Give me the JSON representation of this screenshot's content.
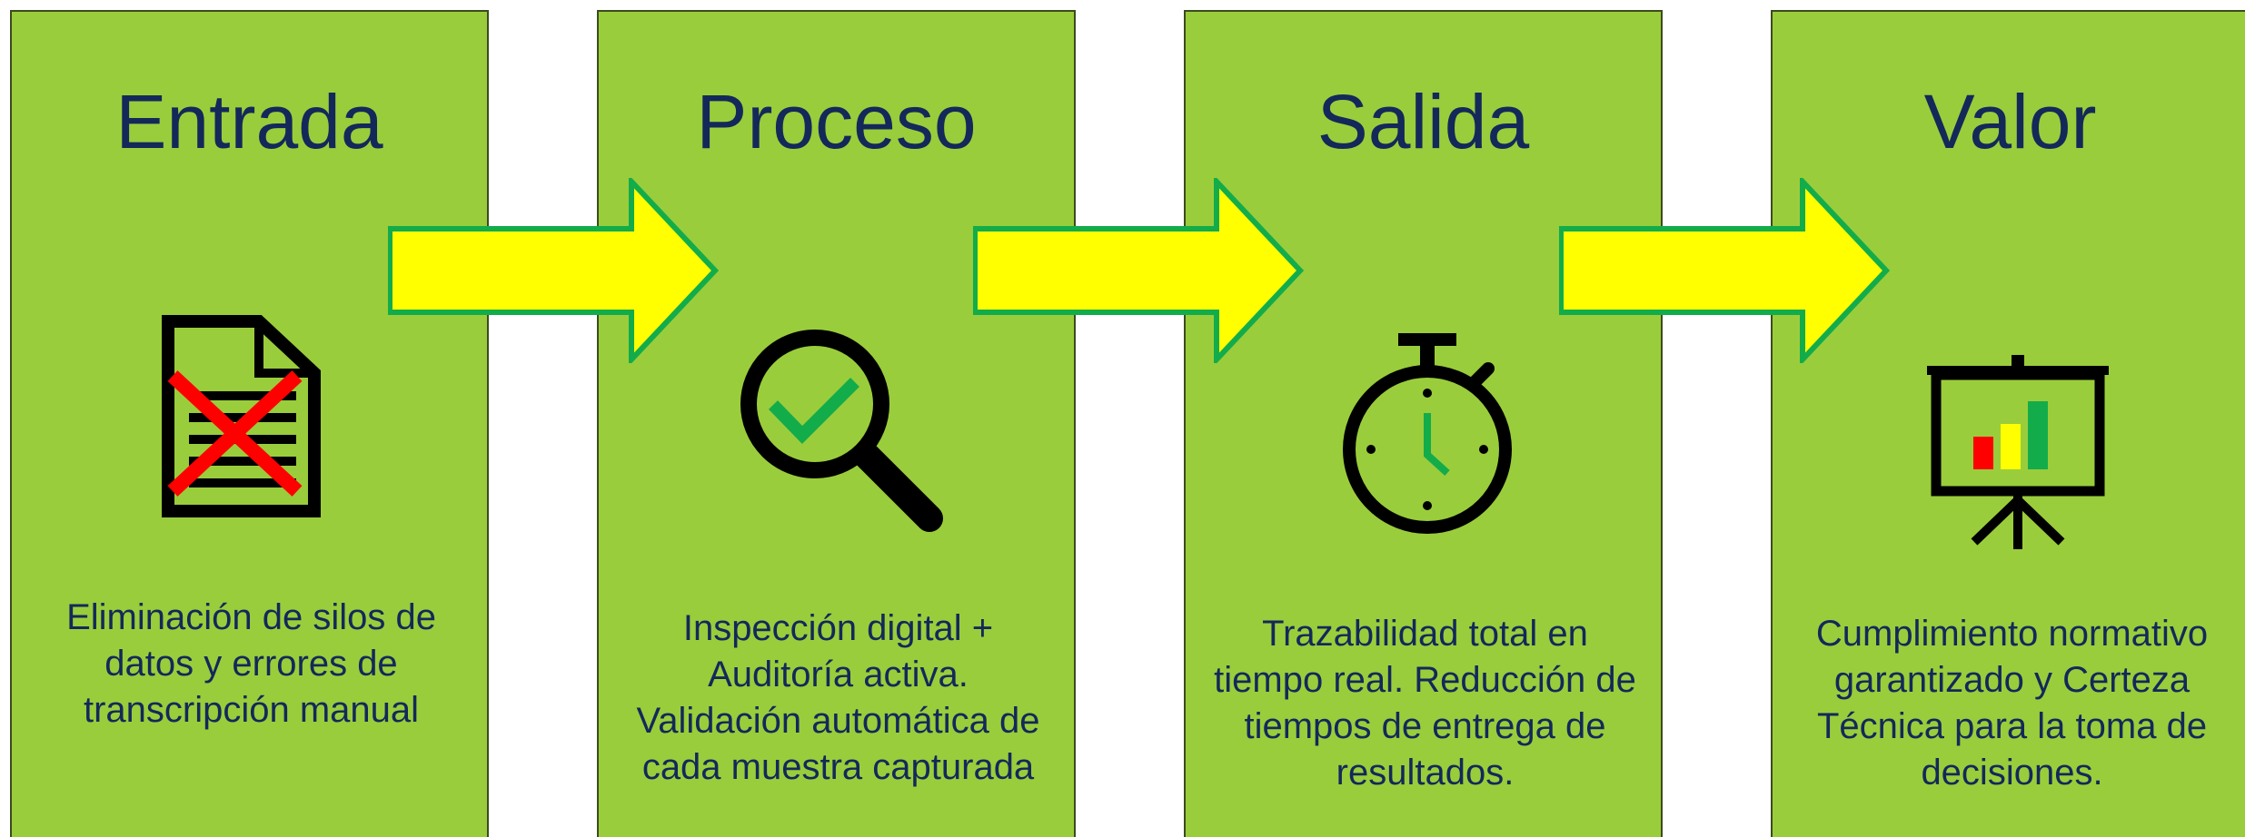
{
  "steps": [
    {
      "title": "Entrada",
      "description": "Eliminación de silos de datos y errores de transcripción manual",
      "icon": "document-x-icon"
    },
    {
      "title": "Proceso",
      "description": "Inspección digital + Auditoría activa. Validación automática de cada muestra capturada",
      "icon": "magnifier-check-icon"
    },
    {
      "title": "Salida",
      "description": "Trazabilidad total en tiempo real. Reducción de tiempos de entrega de resultados.",
      "icon": "stopwatch-icon"
    },
    {
      "title": "Valor",
      "description": "Cumplimiento normativo garantizado y Certeza Técnica para la toma de decisiones.",
      "icon": "presentation-chart-icon"
    }
  ],
  "colors": {
    "panel": "#9acd3b",
    "title_text": "#14285a",
    "arrow_fill": "#ffff00",
    "arrow_stroke": "#13ac4b",
    "cross": "#ff0000",
    "check": "#13ac4b",
    "bar_red": "#ff0000",
    "bar_yellow": "#ffff00",
    "bar_green": "#13ac4b"
  }
}
